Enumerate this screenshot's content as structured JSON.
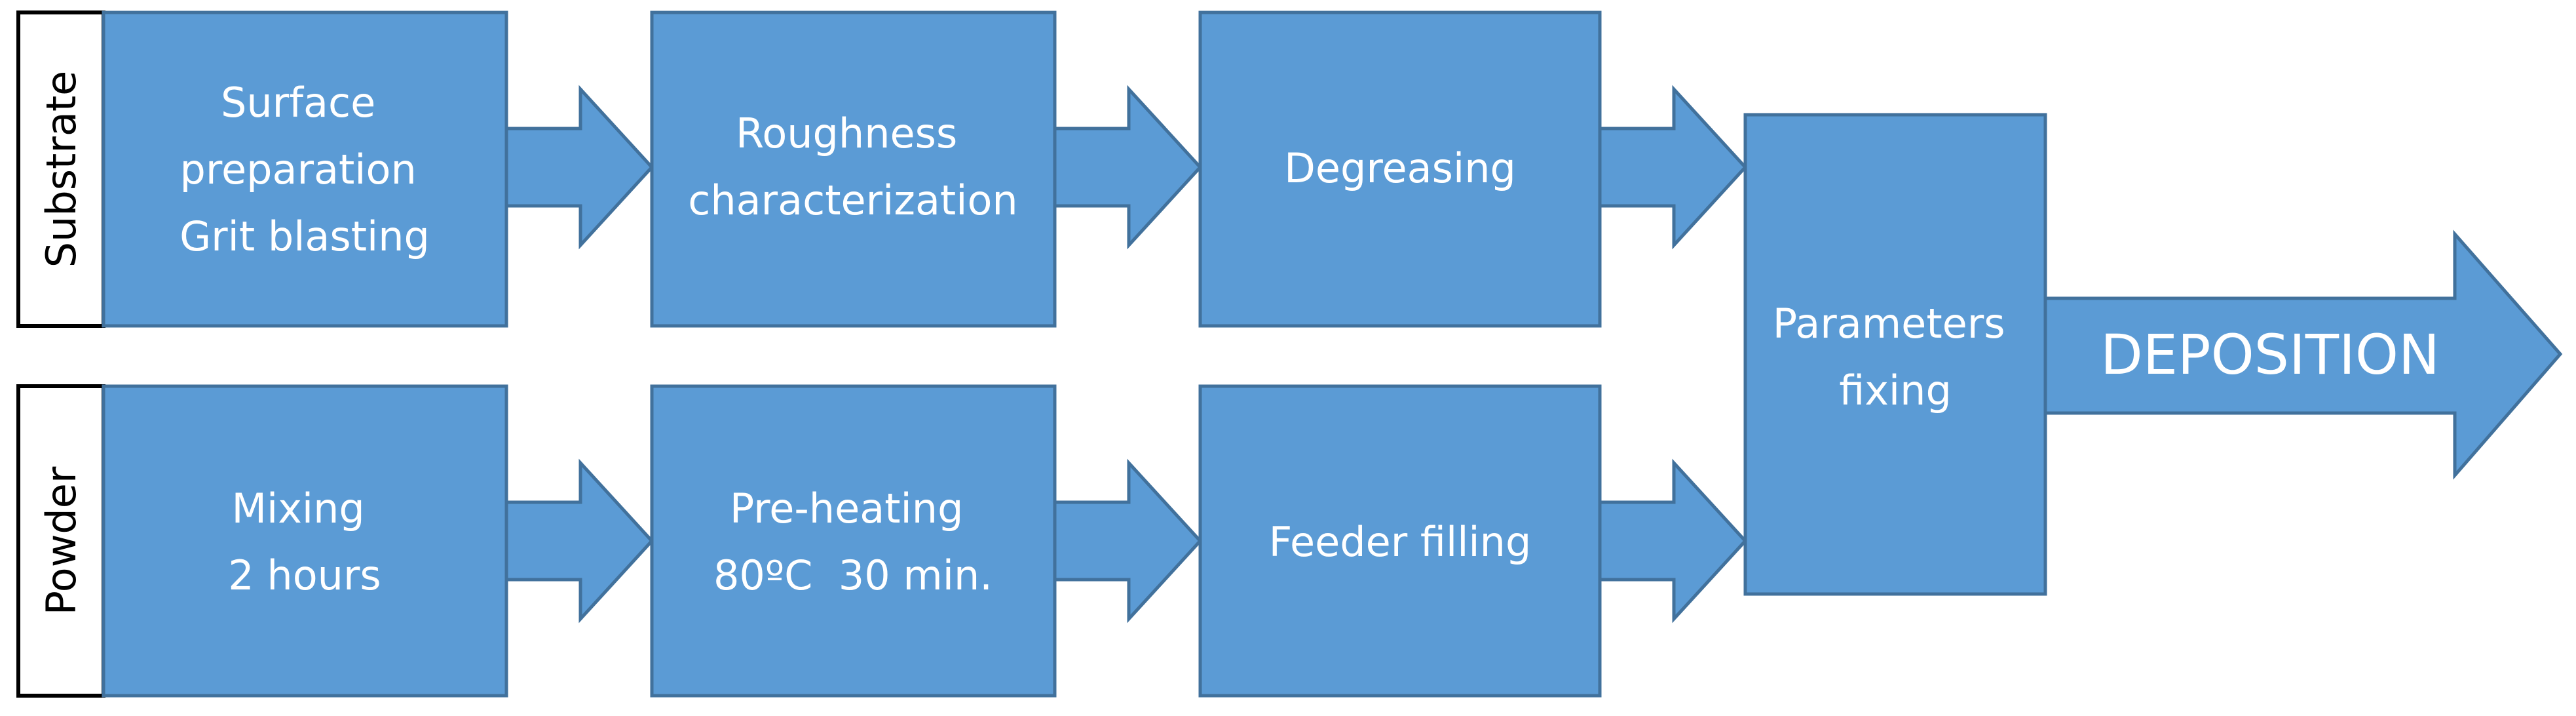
{
  "rows": {
    "substrate": {
      "label": "Substrate",
      "steps": [
        [
          "Surface",
          "preparation",
          "Grit blasting"
        ],
        [
          "Roughness",
          "characterization"
        ],
        [
          "Degreasing"
        ]
      ]
    },
    "powder": {
      "label": "Powder",
      "steps": [
        [
          "Mixing",
          "2 hours"
        ],
        [
          "Pre-heating",
          "80ºC  30 min."
        ],
        [
          "Feeder filling"
        ]
      ]
    }
  },
  "merge": {
    "lines": [
      "Parameters",
      "fixing"
    ]
  },
  "final": {
    "label": "DEPOSITION"
  },
  "colors": {
    "box_fill": "#5b9bd5",
    "box_stroke": "#41719c",
    "text": "#ffffff"
  }
}
